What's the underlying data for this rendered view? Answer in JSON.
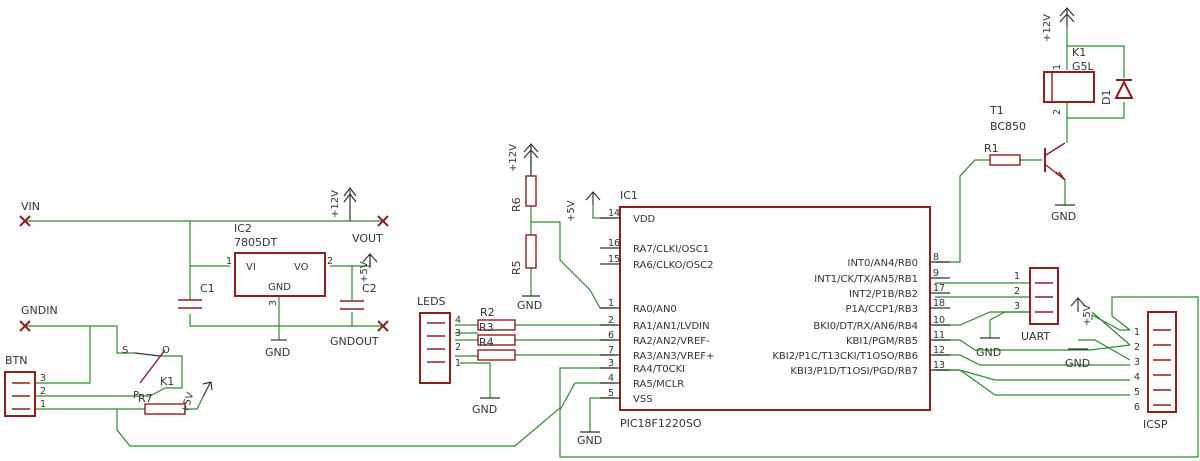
{
  "diagram": {
    "nets": {
      "vin": "VIN",
      "gndin": "GNDIN",
      "vout": "VOUT",
      "gndout": "GNDOUT",
      "p12v": "+12V",
      "p5v": "+5V",
      "gnd": "GND"
    },
    "parts": {
      "ic2_name": "IC2",
      "ic2_value": "7805DT",
      "ic2_vi": "VI",
      "ic2_vo": "VO",
      "ic2_gnd": "GND",
      "ic2_pin1": "1",
      "ic2_pin2": "2",
      "ic2_pin3": "3",
      "c1": "C1",
      "c2": "C2",
      "btn": "BTN",
      "k1_switch": "K1",
      "sw_s": "S",
      "sw_o": "O",
      "sw_p": "P",
      "r7": "R7",
      "r6": "R6",
      "r5": "R5",
      "r2": "R2",
      "r3": "R3",
      "r4": "R4",
      "leds": "LEDS",
      "ic1_name": "IC1",
      "ic1_value": "PIC18F1220SO",
      "uart": "UART",
      "icsp": "ICSP",
      "r1": "R1",
      "t1_name": "T1",
      "t1_value": "BC850",
      "k1_relay": "K1",
      "k1_relay_value": "G5L",
      "d1": "D1",
      "relay_pin1": "1",
      "relay_pin2": "2"
    },
    "btn_pins": [
      "3",
      "2",
      "1"
    ],
    "led_pins": [
      "4",
      "3",
      "2",
      "1"
    ],
    "uart_pins": [
      "1",
      "2",
      "3"
    ],
    "icsp_pins": [
      "1",
      "2",
      "3",
      "4",
      "5",
      "6"
    ],
    "ic1_left_pins": [
      {
        "num": "14",
        "label": "VDD"
      },
      {
        "num": "16",
        "label": "RA7/CLKI/OSC1"
      },
      {
        "num": "15",
        "label": "RA6/CLKO/OSC2"
      },
      {
        "num": "1",
        "label": "RA0/AN0"
      },
      {
        "num": "2",
        "label": "RA1/AN1/LVDIN"
      },
      {
        "num": "6",
        "label": "RA2/AN2/VREF-"
      },
      {
        "num": "7",
        "label": "RA3/AN3/VREF+"
      },
      {
        "num": "3",
        "label": "RA4/T0CKI"
      },
      {
        "num": "4",
        "label": "RA5/MCLR"
      },
      {
        "num": "5",
        "label": "VSS"
      }
    ],
    "ic1_right_pins": [
      {
        "num": "8",
        "label": "INT0/AN4/RB0"
      },
      {
        "num": "9",
        "label": "INT1/CK/TX/AN5/RB1"
      },
      {
        "num": "17",
        "label": "INT2/P1B/RB2"
      },
      {
        "num": "18",
        "label": "P1A/CCP1/RB3"
      },
      {
        "num": "10",
        "label": "BKI0/DT/RX/AN6/RB4"
      },
      {
        "num": "11",
        "label": "KBI1/PGM/RB5"
      },
      {
        "num": "12",
        "label": "KBI2/P1C/T13CKI/T1OSO/RB6"
      },
      {
        "num": "13",
        "label": "KBI3/P1D/T1OSI/PGD/RB7"
      }
    ]
  }
}
